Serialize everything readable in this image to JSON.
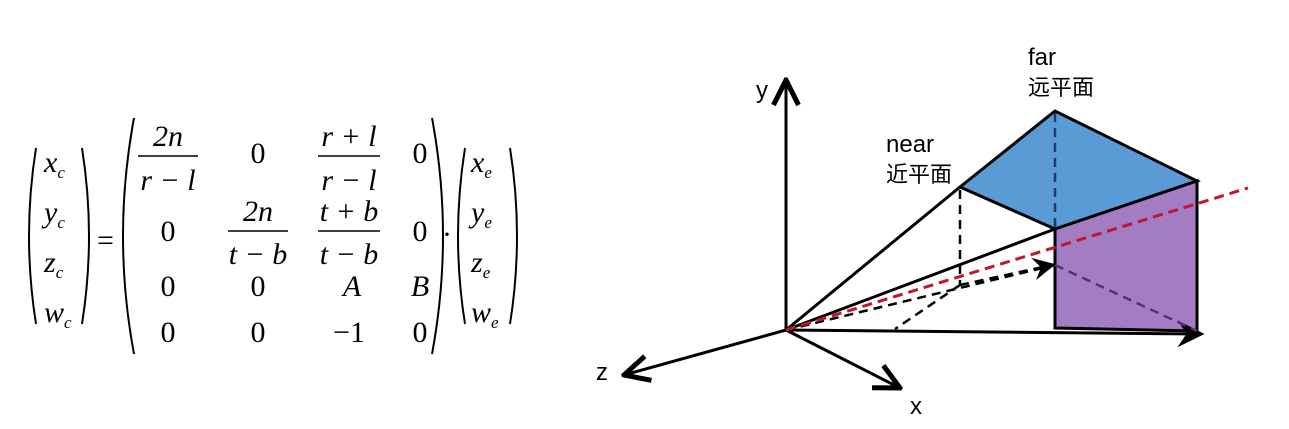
{
  "equation": {
    "lhs": [
      {
        "base": "x",
        "sub": "c"
      },
      {
        "base": "y",
        "sub": "c"
      },
      {
        "base": "z",
        "sub": "c"
      },
      {
        "base": "w",
        "sub": "c"
      }
    ],
    "equals": "=",
    "matrix": [
      [
        {
          "num": "2n",
          "den": "r − l"
        },
        "0",
        {
          "num": "r + l",
          "den": "r − l"
        },
        "0"
      ],
      [
        "0",
        {
          "num": "2n",
          "den": "t − b"
        },
        {
          "num": "t + b",
          "den": "t − b"
        },
        "0"
      ],
      [
        "0",
        "0",
        "A",
        "B"
      ],
      [
        "0",
        "0",
        "−1",
        "0"
      ]
    ],
    "dot": "·",
    "rhs": [
      {
        "base": "x",
        "sub": "e"
      },
      {
        "base": "y",
        "sub": "e"
      },
      {
        "base": "z",
        "sub": "e"
      },
      {
        "base": "w",
        "sub": "e"
      }
    ]
  },
  "diagram": {
    "axes": {
      "y": "y",
      "z": "z",
      "x": "x"
    },
    "near": {
      "label": "near",
      "cn_label": "近平面"
    },
    "far": {
      "label": "far",
      "cn_label": "远平面"
    },
    "colors": {
      "far_top_face": "#5b9bd5",
      "far_side_face": "#a47cc4",
      "view_axis": "#c0172b",
      "hidden_dash": "#1f3b6e",
      "side_dash": "#5b2d7a",
      "lines": "#000000"
    }
  }
}
